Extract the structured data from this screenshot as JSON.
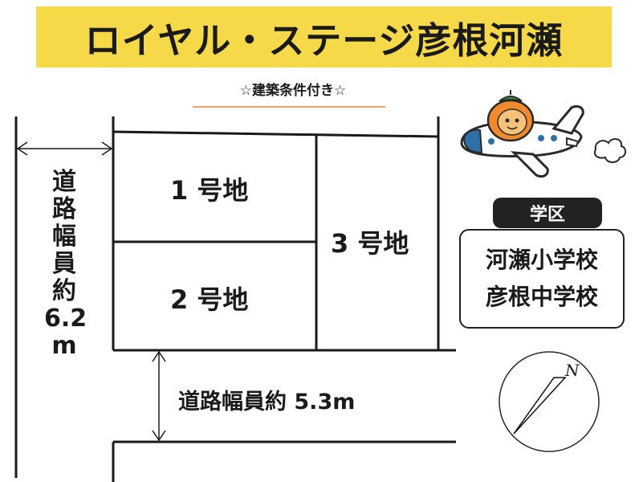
{
  "title": "ロイヤル・ステージ彦根河瀬",
  "conditions": "☆建築条件付き☆",
  "lots": [
    {
      "label": "1 号地"
    },
    {
      "label": "2 号地"
    },
    {
      "label": "3 号地"
    }
  ],
  "road_left": {
    "chars": [
      "道",
      "路",
      "幅",
      "員",
      "約"
    ],
    "value": "6.2",
    "unit": "m"
  },
  "road_bottom": "道路幅員約 5.3m",
  "school": {
    "badge": "学区",
    "items": [
      "河瀬小学校",
      "彦根中学校"
    ]
  },
  "compass": {
    "north_label": "N"
  },
  "colors": {
    "title_bg": "#f5d949",
    "accent_line": "#e8a36a",
    "mascot_orange": "#f08a2c"
  }
}
